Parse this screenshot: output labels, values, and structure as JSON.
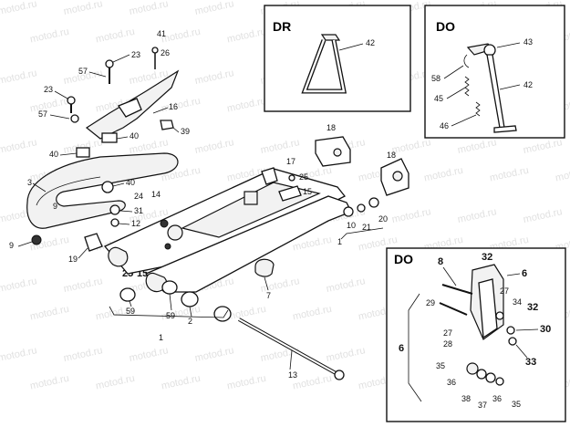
{
  "watermark": "motod.ru",
  "panels": {
    "dr": {
      "title": "DR",
      "labels": [
        "42"
      ]
    },
    "do_stand": {
      "title": "DO",
      "labels": [
        "43",
        "58",
        "45",
        "42",
        "46"
      ]
    },
    "do_detail": {
      "title": "DO",
      "labels": [
        "8",
        "32",
        "6",
        "27",
        "34",
        "32",
        "29",
        "30",
        "27",
        "28",
        "33",
        "6",
        "35",
        "36",
        "38",
        "37",
        "36",
        "35"
      ]
    }
  },
  "main_labels": {
    "chainguard": [
      "41",
      "23",
      "26",
      "57",
      "23",
      "57",
      "16",
      "39",
      "40",
      "40",
      "3",
      "9",
      "40",
      "24",
      "31",
      "12",
      "14",
      "9",
      "19",
      "25",
      "15"
    ],
    "swingarm": [
      "18",
      "18",
      "17",
      "25",
      "15",
      "10",
      "21",
      "20",
      "1",
      "7",
      "59",
      "59",
      "2",
      "1",
      "13"
    ]
  }
}
